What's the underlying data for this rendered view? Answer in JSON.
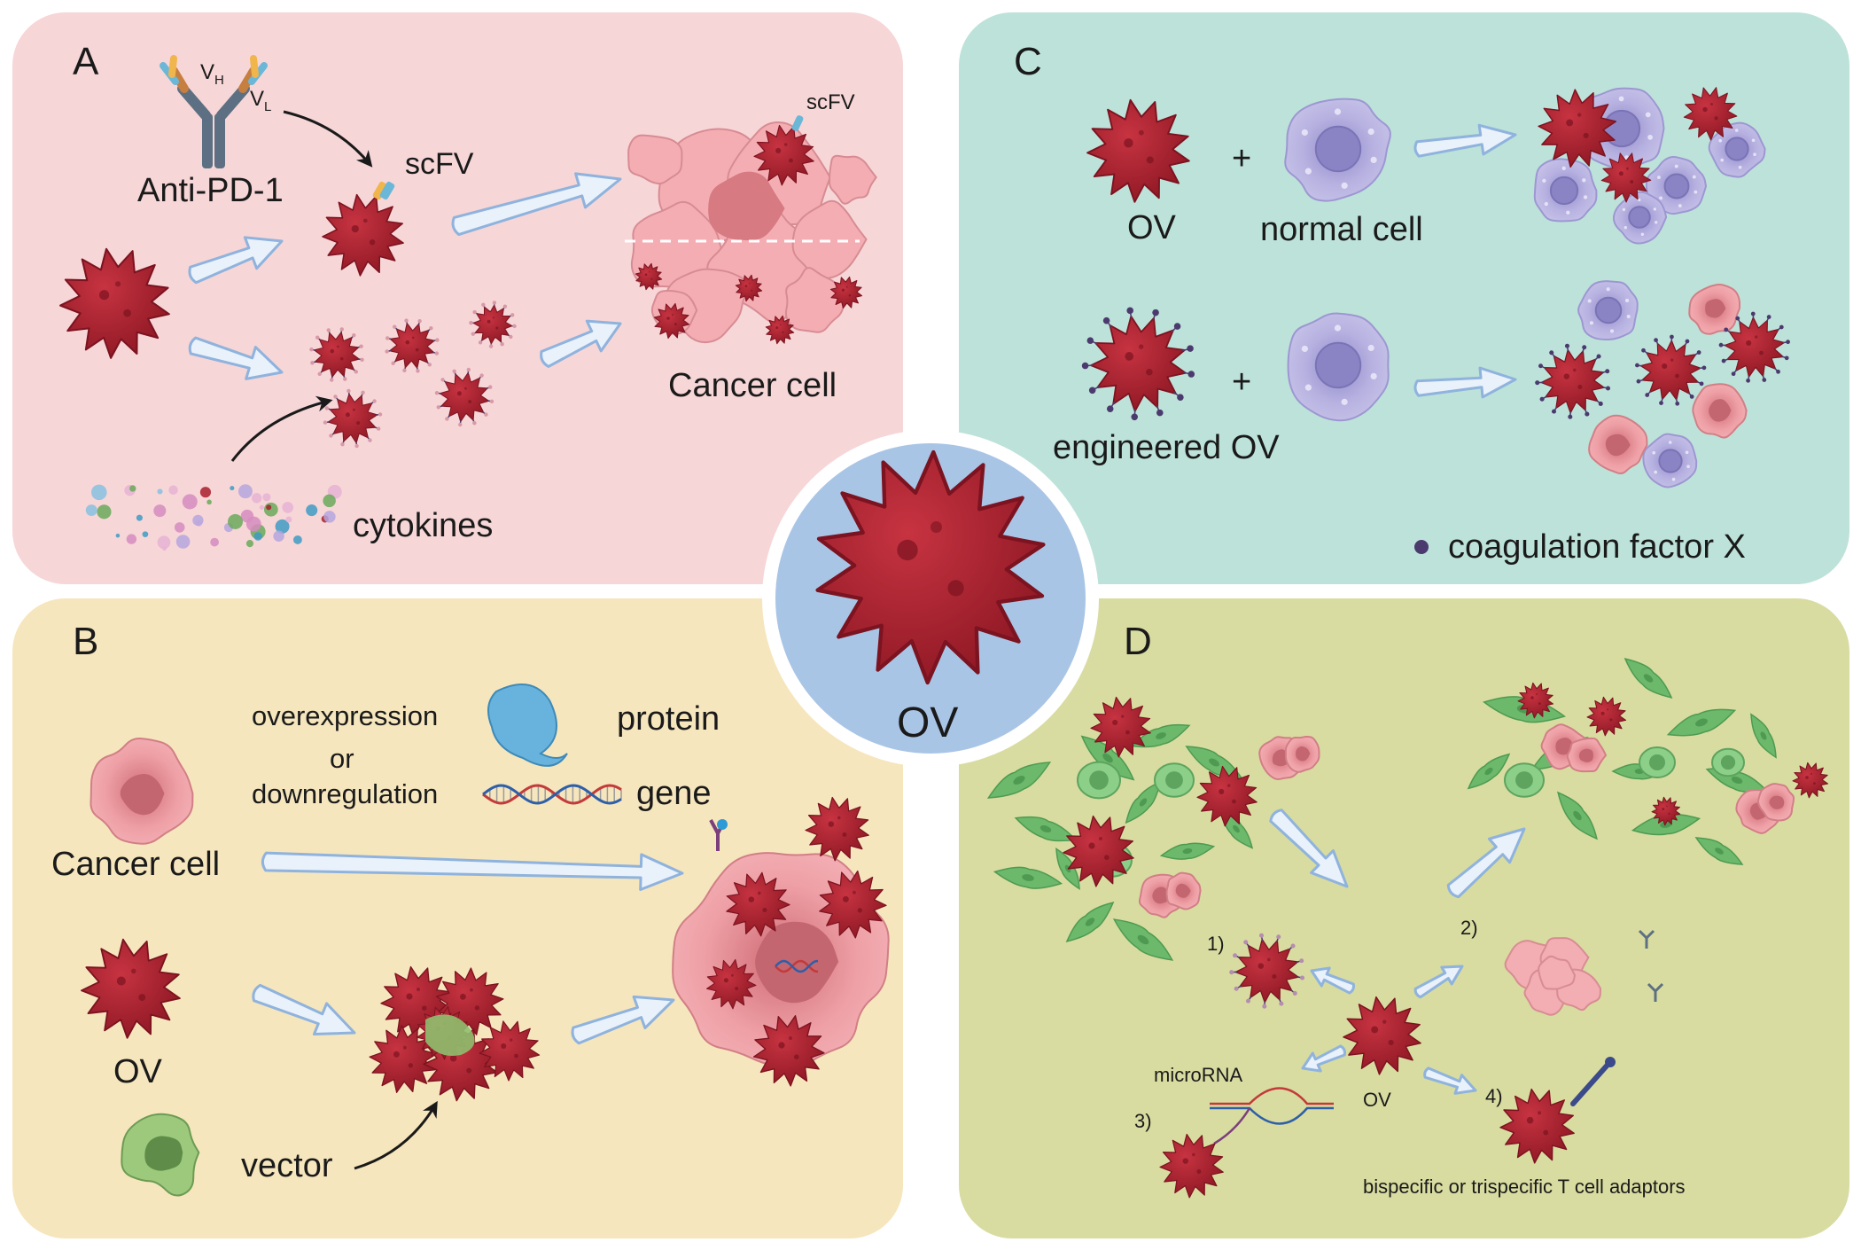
{
  "center": {
    "label": "OV"
  },
  "panel_a": {
    "letter": "A",
    "vh": "V",
    "vh_sub": "H",
    "vl": "V",
    "vl_sub": "L",
    "antibody": "Anti-PD-1",
    "scfv_main": "scFV",
    "scfv_small": "scFV",
    "cancer_cell": "Cancer cell",
    "cytokines": "cytokines"
  },
  "panel_b": {
    "letter": "B",
    "overexpression": "overexpression",
    "or": "or",
    "downregulation": "downregulation",
    "protein": "protein",
    "gene": "gene",
    "cancer_cell": "Cancer cell",
    "ov": "OV",
    "vector": "vector"
  },
  "panel_c": {
    "letter": "C",
    "ov": "OV",
    "plus1": "+",
    "normal_cell": "normal cell",
    "plus2": "+",
    "engineered_ov": "engineered OV",
    "legend": "coagulation factor X"
  },
  "panel_d": {
    "letter": "D",
    "step1": "1)",
    "step2": "2)",
    "step3": "3)",
    "step4": "4)",
    "ov": "OV",
    "microrna": "microRNA",
    "adaptors": "bispecific or trispecific T cell adaptors"
  },
  "colors": {
    "panel_a_bg": "#f7d6d7",
    "panel_b_bg": "#f6e6bd",
    "panel_c_bg": "#bde2d9",
    "panel_d_bg": "#d8dca0",
    "center_bg": "#a9c5e6",
    "virus": "#a81f2c",
    "virus_dark": "#7c1320",
    "cancer_cell": "#f0a3a8",
    "normal_cell": "#b9b4e2",
    "green_cell": "#6ab86a",
    "arrow_fill": "#e9f1fb",
    "arrow_stroke": "#8fb3dd",
    "factor_x": "#4b3a6e"
  }
}
